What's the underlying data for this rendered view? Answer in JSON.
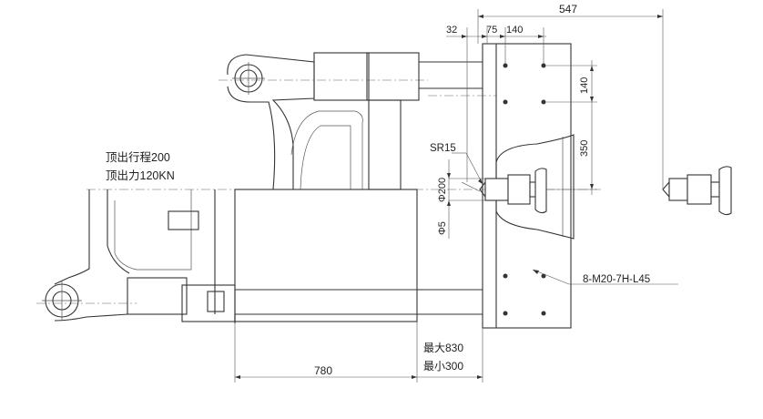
{
  "labels": {
    "ejector_stroke": "顶出行程200",
    "ejector_force": "顶出力120KN",
    "dim_547": "547",
    "dim_32": "32",
    "dim_75": "75",
    "dim_140_top": "140",
    "dim_140_right": "140",
    "dim_350": "350",
    "sr15": "SR15",
    "phi200": "Φ200",
    "phi5": "Φ5",
    "bolt_spec": "8-M20-7H-L45",
    "dim_780": "780",
    "max_open": "最大830",
    "min_open": "最小300"
  }
}
